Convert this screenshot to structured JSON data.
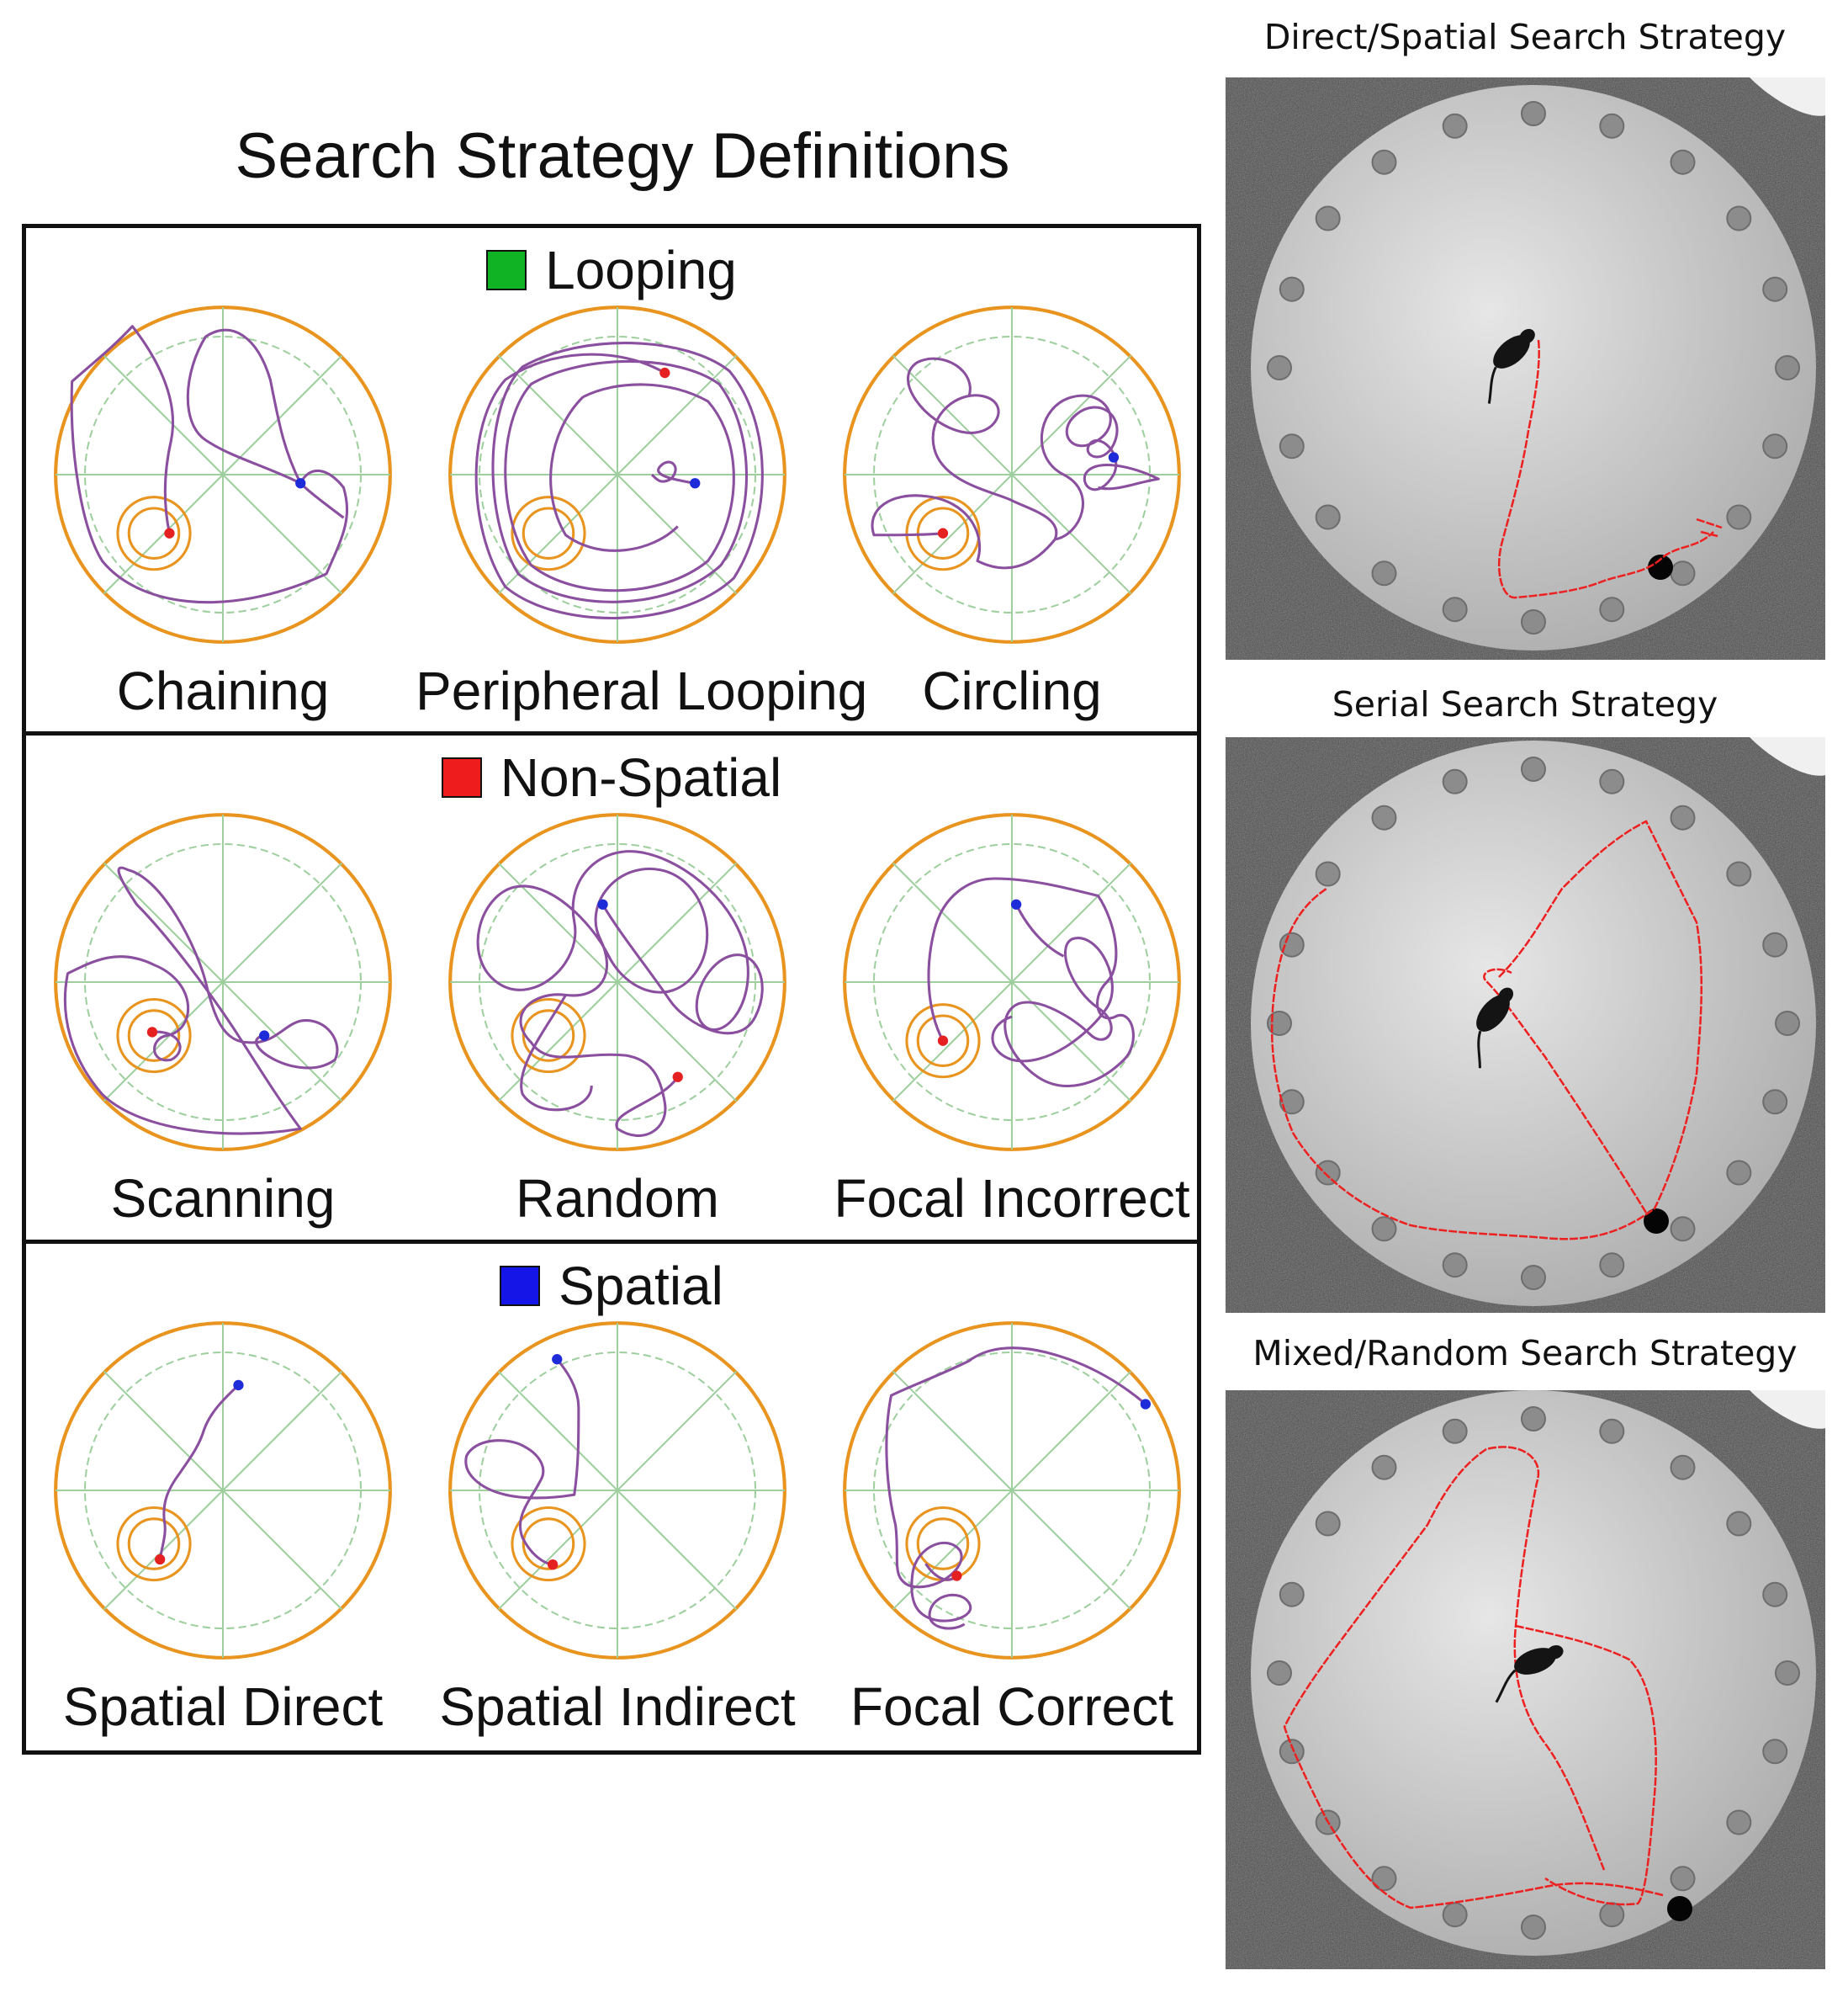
{
  "title": "Search Strategy Definitions",
  "colors": {
    "track": "#8a4f9e",
    "arena": "#e8941f",
    "grid": "#9fcf9f",
    "start": "#1e2bd8",
    "end": "#e52020",
    "path": "#ee1f1f"
  },
  "categories": [
    {
      "name": "Looping",
      "color": "#10b323",
      "panels": [
        {
          "label": "Chaining"
        },
        {
          "label": "Peripheral Looping"
        },
        {
          "label": "Circling"
        }
      ]
    },
    {
      "name": "Non-Spatial",
      "color": "#ee1c1c",
      "panels": [
        {
          "label": "Scanning"
        },
        {
          "label": "Random"
        },
        {
          "label": "Focal Incorrect"
        }
      ]
    },
    {
      "name": "Spatial",
      "color": "#1515e8",
      "panels": [
        {
          "label": "Spatial Direct"
        },
        {
          "label": "Spatial Indirect"
        },
        {
          "label": "Focal Correct"
        }
      ]
    }
  ],
  "strategies": [
    {
      "title": "Direct/Spatial Search Strategy"
    },
    {
      "title": "Serial Search Strategy"
    },
    {
      "title": "Mixed/Random Search Strategy"
    }
  ]
}
